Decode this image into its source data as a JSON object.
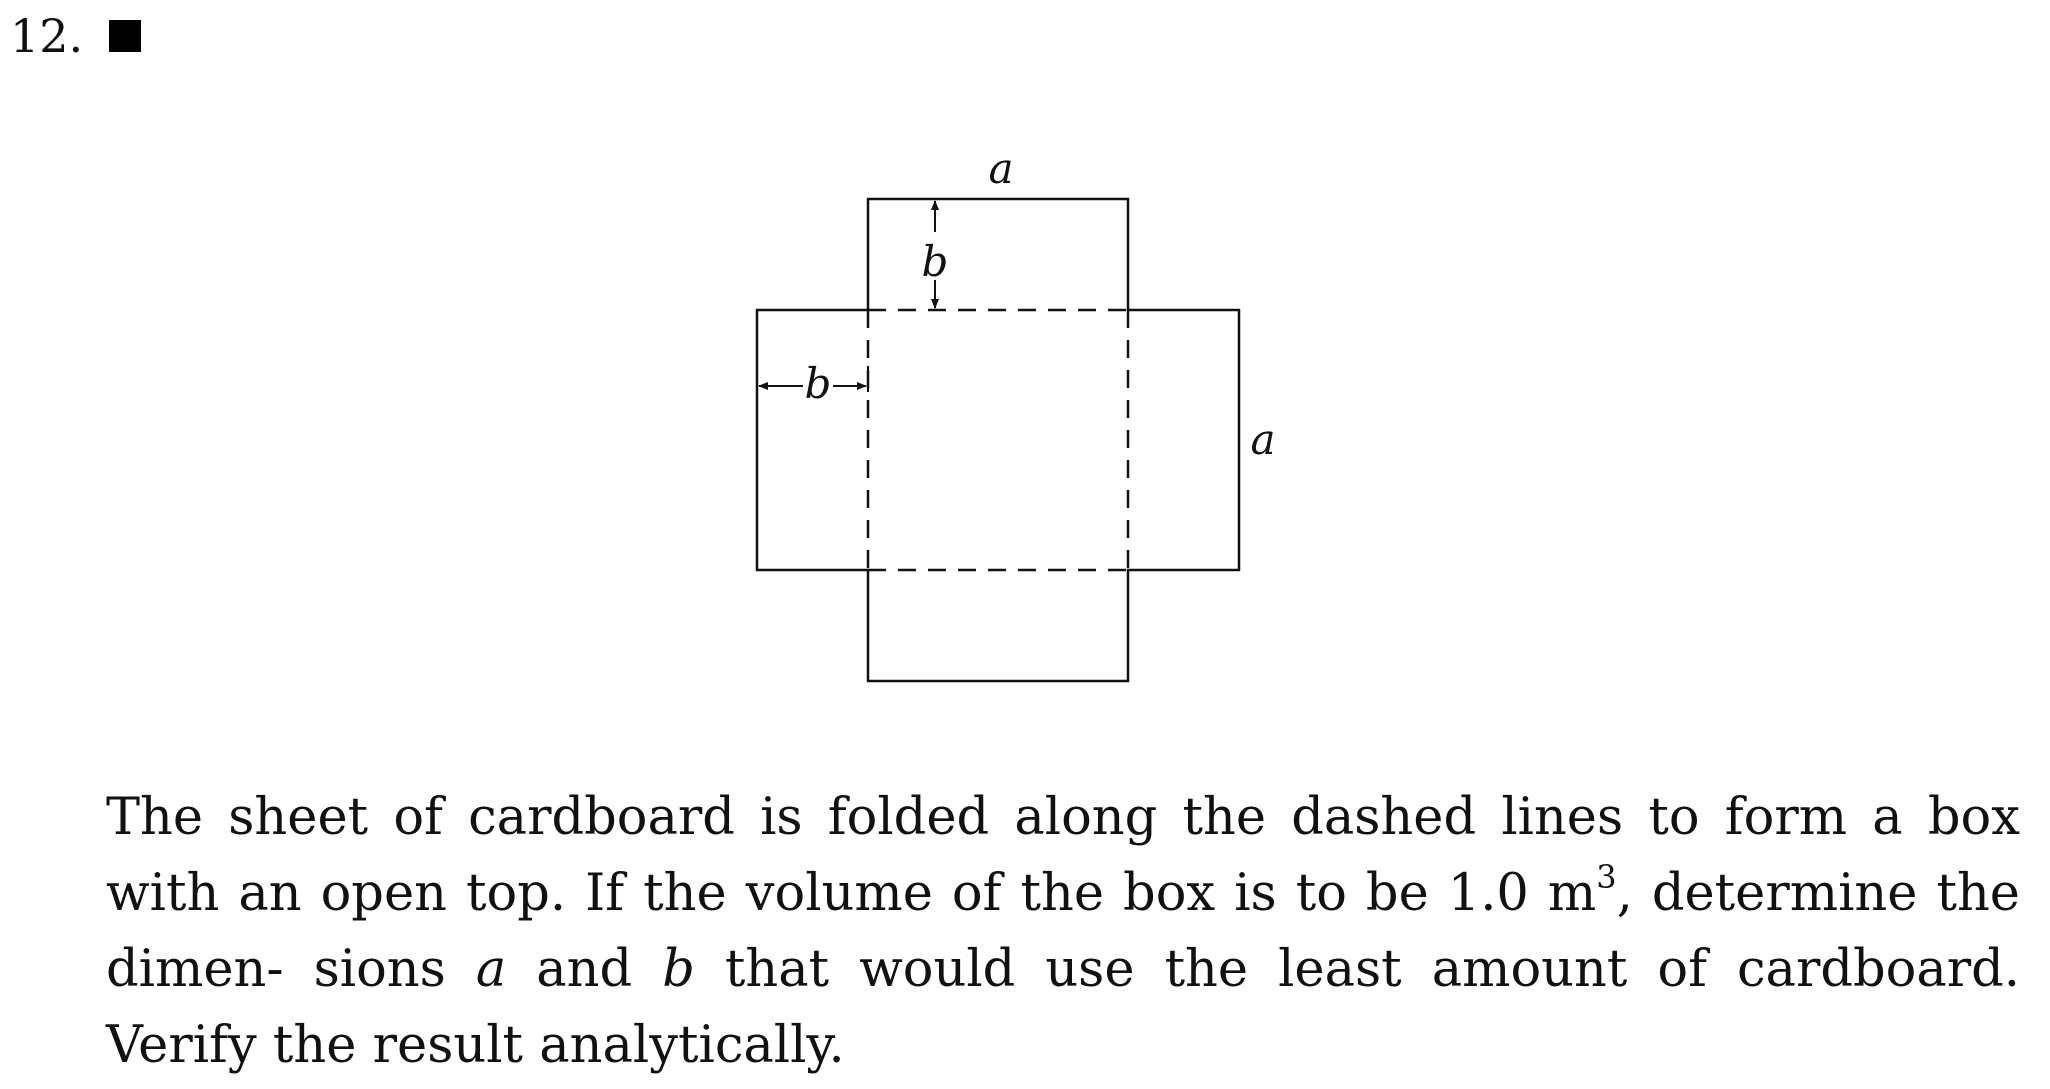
{
  "problem": {
    "number": "12.",
    "marker_icon": "filled-square-icon"
  },
  "figure": {
    "label_top": "a",
    "label_right": "a",
    "label_flap_top": "b",
    "label_flap_left": "b"
  },
  "text": {
    "part1": "The sheet of cardboard is folded along the dashed lines to form a box with an open top. If the volume of the box is to be 1.0 m",
    "superscript": "3",
    "part2": ", determine the dimen- sions ",
    "var_a": "a",
    "part3": " and ",
    "var_b": "b",
    "part4": " that would use the least amount of cardboard. Verify the result analytically."
  }
}
